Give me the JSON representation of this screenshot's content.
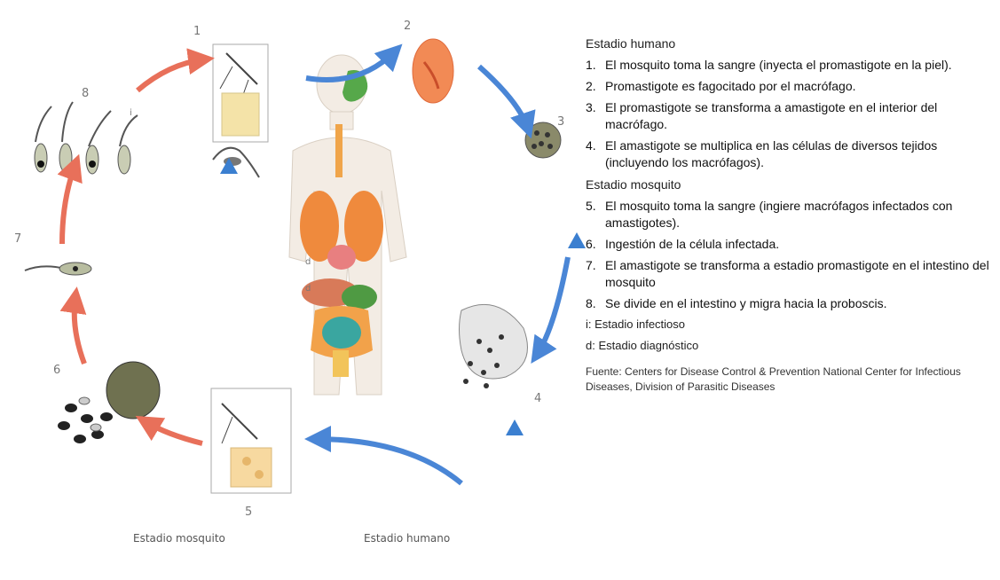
{
  "diagram": {
    "numbers": [
      "1",
      "2",
      "3",
      "4",
      "5",
      "6",
      "7",
      "8"
    ],
    "small_labels": [
      "i",
      "d",
      "d"
    ],
    "stage_captions": {
      "mosquito": "Estadio mosquito",
      "human": "Estadio humano"
    }
  },
  "legend": {
    "human_stage": {
      "title": "Estadio humano",
      "steps": [
        {
          "n": "1.",
          "text": "El mosquito toma la sangre (inyecta el promastigote en la piel)."
        },
        {
          "n": "2.",
          "text": "Promastigote es fagocitado por el macrófago."
        },
        {
          "n": "3.",
          "text": "El promastigote se transforma a amastigote en el interior del macrófago."
        },
        {
          "n": "4.",
          "text": "El amastigote se multiplica en las células de diversos tejidos (incluyendo los macrófagos)."
        }
      ]
    },
    "mosquito_stage": {
      "title": "Estadio mosquito",
      "steps": [
        {
          "n": "5.",
          "text": "El mosquito toma la sangre (ingiere macrófagos infectados con amastigotes)."
        },
        {
          "n": "6.",
          "text": "Ingestión de la célula infectada."
        },
        {
          "n": "7.",
          "text": "El amastigote se transforma a estadio promastigote en el intestino del mosquito"
        },
        {
          "n": "8.",
          "text": "Se divide en el intestino y migra hacia la proboscis."
        }
      ]
    },
    "key_infective": "i: Estadio infectioso",
    "key_diagnostic": "d: Estadio diagnóstico",
    "source": "Fuente: Centers for Disease Control & Prevention National Center for Infectious Diseases, Division of Parasitic Diseases"
  },
  "colors": {
    "mosquito_arrow": "#e8705a",
    "human_arrow": "#4a86d6",
    "diagnostic_marker": "#3b7fd0"
  }
}
